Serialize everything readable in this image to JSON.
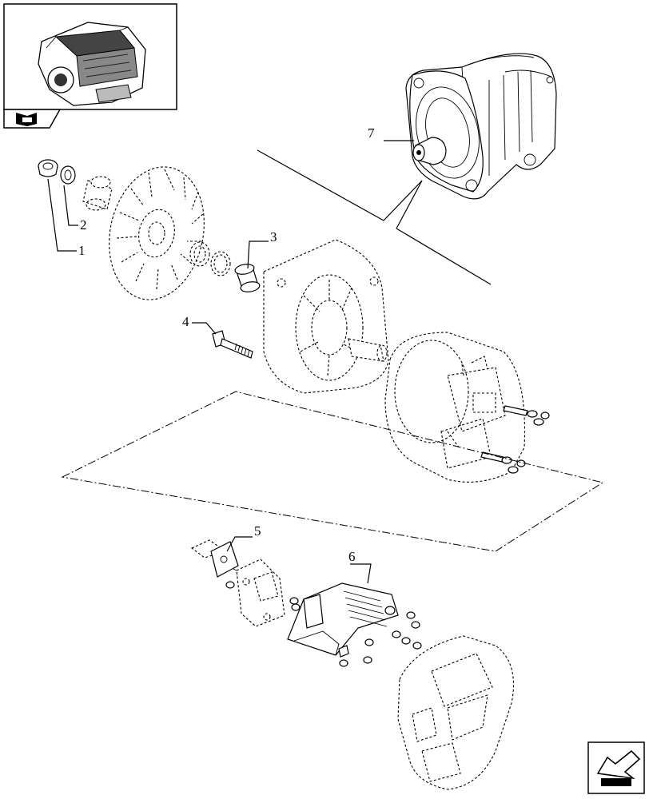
{
  "diagram": {
    "callouts": [
      {
        "id": "1",
        "label": "1"
      },
      {
        "id": "2",
        "label": "2"
      },
      {
        "id": "3",
        "label": "3"
      },
      {
        "id": "4",
        "label": "4"
      },
      {
        "id": "5",
        "label": "5"
      },
      {
        "id": "6",
        "label": "6"
      },
      {
        "id": "7",
        "label": "7"
      }
    ],
    "icons": {
      "thumbnail": "engine-thumbnail-icon",
      "book": "open-book-icon",
      "nav": "next-page-arrow-icon"
    }
  }
}
